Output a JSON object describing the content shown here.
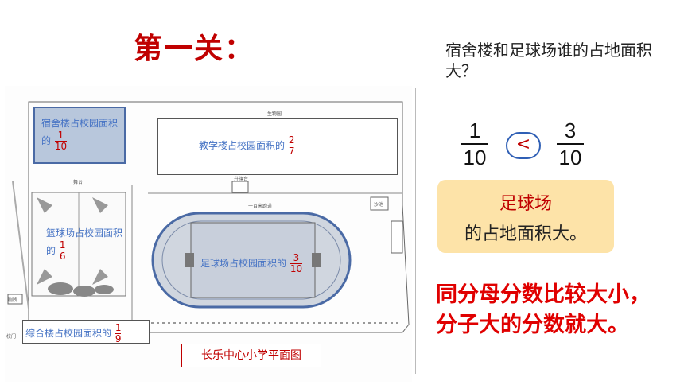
{
  "title": "第一关：",
  "question": "宿舍楼和足球场谁的占地面积大？",
  "comparison": {
    "left": {
      "numerator": "1",
      "denominator": "10"
    },
    "symbol": "<",
    "right": {
      "numerator": "3",
      "denominator": "10"
    }
  },
  "answer": {
    "highlight": "足球场",
    "rest": "的占地面积大。"
  },
  "rule": "同分母分数比较大小，分子大的分数就大。",
  "map": {
    "dorm": {
      "label": "宿舍楼占校园面积的",
      "num": "1",
      "den": "10"
    },
    "teaching": {
      "label": "教学楼占校园面积的",
      "num": "2",
      "den": "7"
    },
    "basketball": {
      "label": "篮球场占校园面积的",
      "num": "1",
      "den": "6"
    },
    "football": {
      "label": "足球场占校园面积的",
      "num": "3",
      "den": "10"
    },
    "complex": {
      "label": "综合楼占校园面积的",
      "num": "1",
      "den": "9"
    },
    "caption": "长乐中心小学平面图",
    "small_labels": [
      "生物园",
      "舞台",
      "升旗台",
      "一百米跑道",
      "沙池",
      "厕所",
      "校门"
    ]
  },
  "colors": {
    "title": "#c00000",
    "rule": "#e00000",
    "answer_box": "#fde3a8",
    "map_label": "#4472c4",
    "circle": "#2f5fb5"
  }
}
